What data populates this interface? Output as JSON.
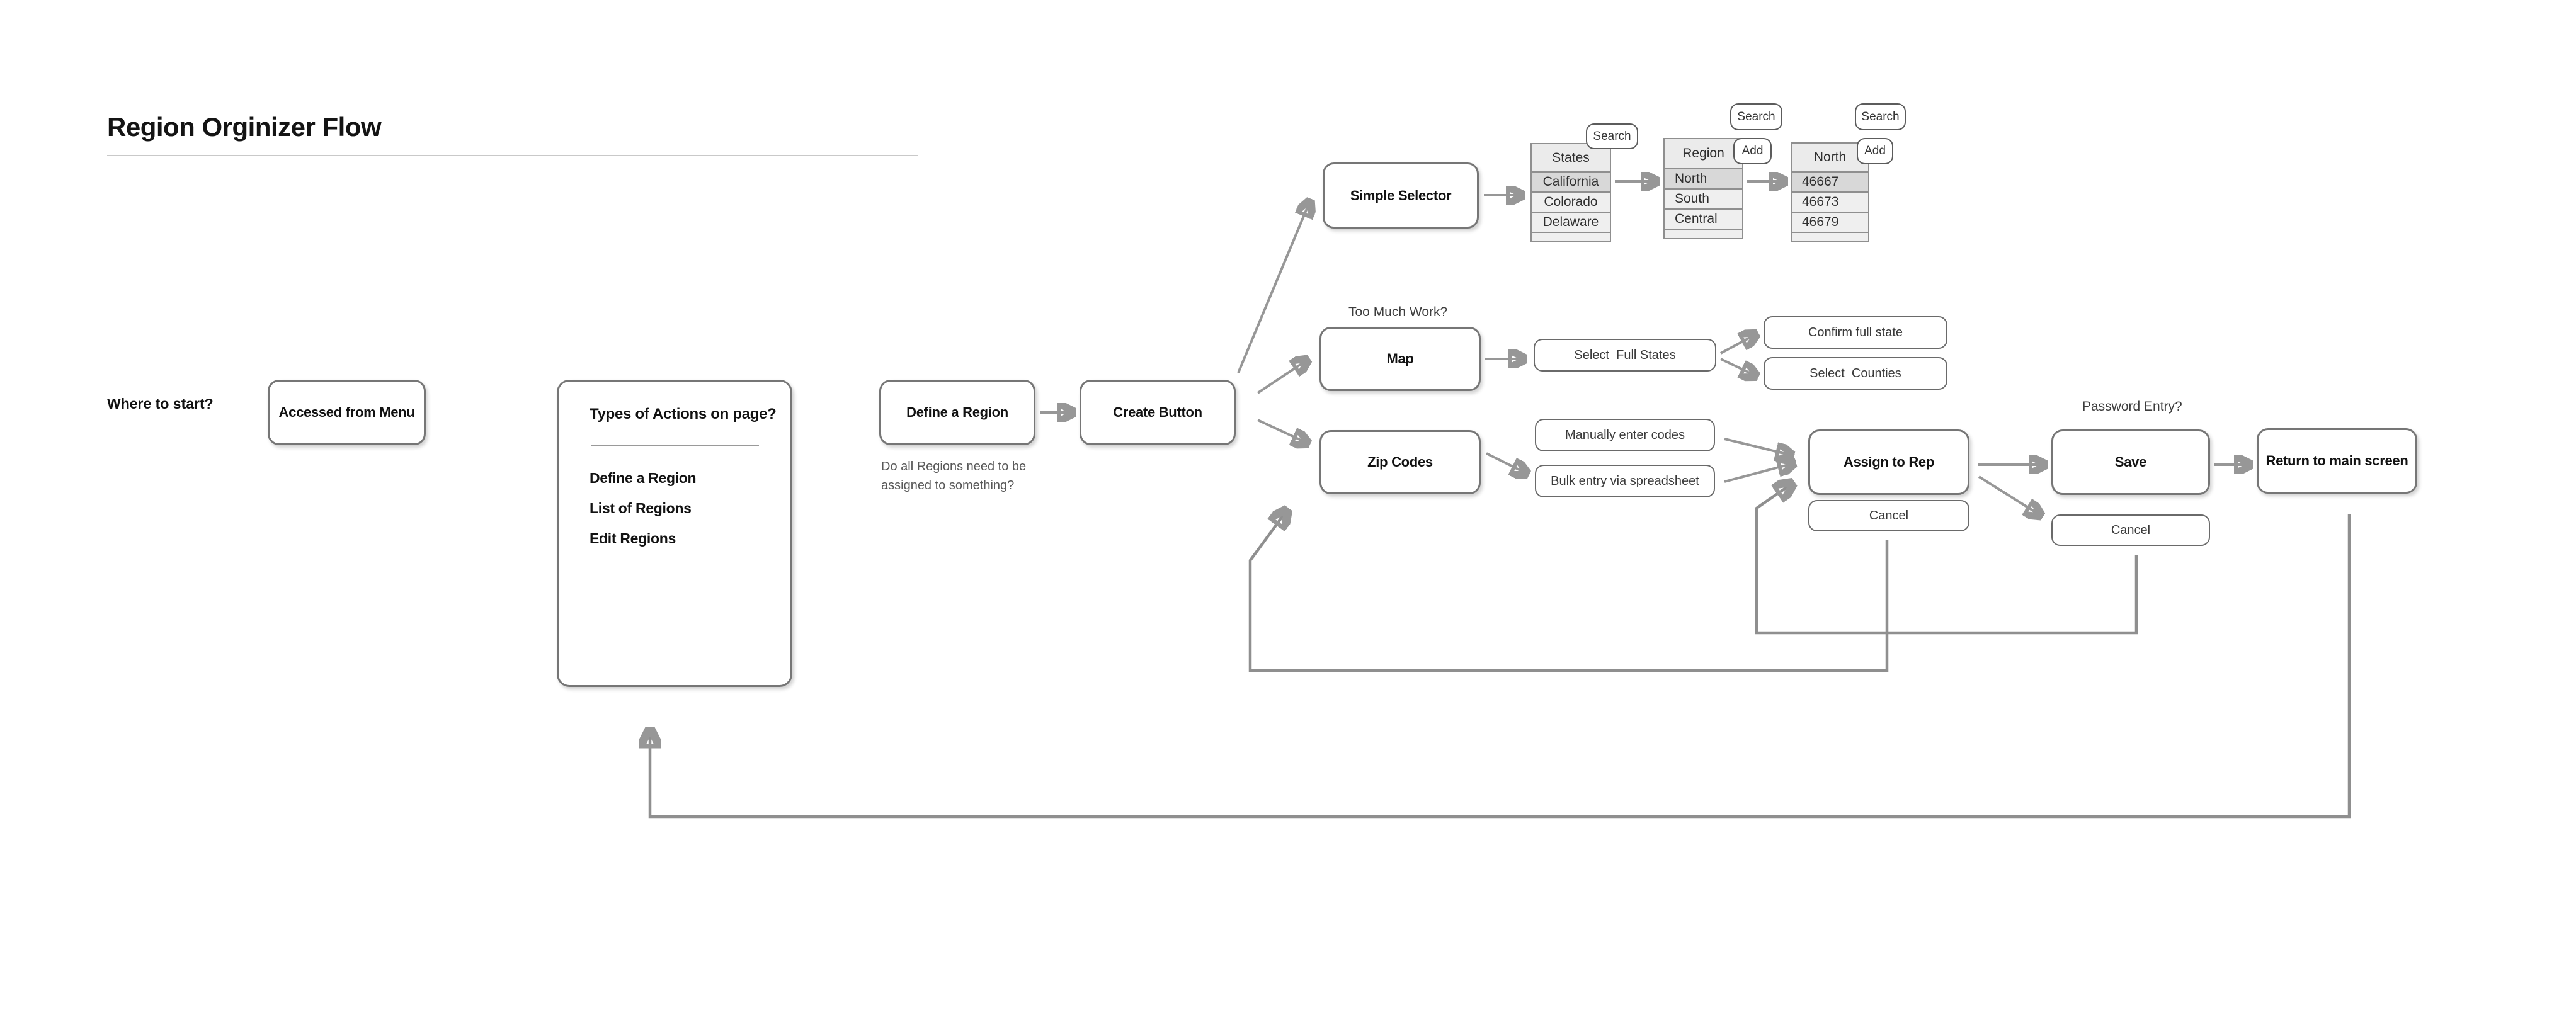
{
  "title": "Region Orginizer Flow",
  "labels": {
    "where_to_start": "Where to start?",
    "too_much_work": "Too Much Work?",
    "password_entry": "Password Entry?",
    "assign_note": "Do all Regions need to be assigned to something?"
  },
  "nodes": {
    "accessed_from_menu": "Accessed from Menu",
    "define_a_region": "Define a Region",
    "create_button": "Create Button",
    "simple_selector": "Simple Selector",
    "map": "Map",
    "zip_codes": "Zip Codes",
    "assign_to_rep": "Assign to Rep",
    "save": "Save",
    "return_to_main": "Return to main screen"
  },
  "types_panel": {
    "heading": "Types of Actions on page?",
    "items": [
      "Define a Region",
      "List of Regions",
      "Edit Regions"
    ]
  },
  "pills": {
    "select_full_states": "Select  Full States",
    "confirm_full_state": "Confirm full state",
    "select_counties": "Select  Counties",
    "manually_enter_codes": "Manually enter codes",
    "bulk_entry": "Bulk entry via spreadsheet",
    "cancel_assign": "Cancel",
    "cancel_save": "Cancel"
  },
  "buttons": {
    "search": "Search",
    "add": "Add"
  },
  "tables": {
    "states": {
      "header": "States",
      "rows": [
        "California",
        "Colorado",
        "Delaware"
      ],
      "selected": "California"
    },
    "region": {
      "header": "Region",
      "rows": [
        "North",
        "South",
        "Central"
      ],
      "selected": "North"
    },
    "north": {
      "header": "North",
      "rows": [
        "46667",
        "46673",
        "46679"
      ],
      "selected": "46667"
    }
  },
  "colors": {
    "box_border": "#767676",
    "arrow": "#979797",
    "table_header_bg": "#ebebeb",
    "table_row_bg": "#efefef",
    "table_selected_bg": "#d8d8d8",
    "title_text": "#141414",
    "note_text": "#585858"
  }
}
